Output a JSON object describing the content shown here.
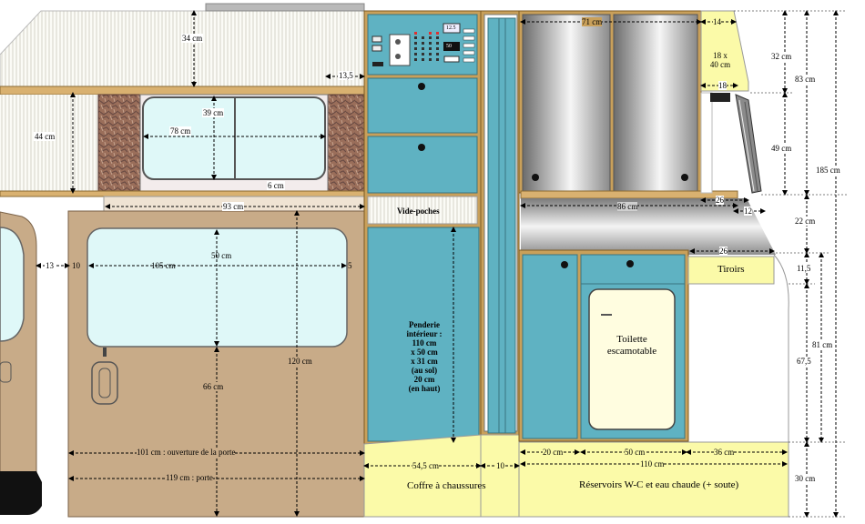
{
  "labels": {
    "roof_height": "34 cm",
    "upper_width": "13,5",
    "window_height": "44 cm",
    "window_inner": "39 cm",
    "window_width": "78 cm",
    "ledge": "6 cm",
    "shelf_width": "93 cm",
    "door_left_gap": "13",
    "door_frame": "10",
    "door_window_width": "105 cm",
    "door_right_gap": "5",
    "door_window_height": "50 cm",
    "door_lower": "66 cm",
    "door_total_height": "120 cm",
    "door_opening": "101 cm : ouverture de la porte",
    "door_width": "119 cm : porte",
    "vide_poches": "Vide-poches",
    "penderie": [
      "Penderie",
      "intérieur :",
      "110 cm",
      "x 50 cm",
      "x 31 cm",
      "(au sol)",
      "20 cm",
      "(en haut)"
    ],
    "coffre": "Coffre à chaussures",
    "coffre_width": "54,5 cm",
    "gap_10": "10",
    "mirror_width": "71 cm",
    "shelf_86": "86 cm",
    "dim_14": "14",
    "box_size": "18 x\n40 cm",
    "dim_18": "18",
    "dim_26a": "26",
    "dim_12": "12",
    "dim_26b": "26",
    "tiroirs": "Tiroirs",
    "toilette": "Toilette\nescamotable",
    "dim_20": "20 cm",
    "dim_50": "50 cm",
    "dim_36": "36 cm",
    "dim_110": "110 cm",
    "reservoirs": "Réservoirs W-C et eau chaude (+ soute)",
    "right_32": "32 cm",
    "right_49": "49 cm",
    "right_83": "83 cm",
    "right_185": "185 cm",
    "right_22": "22 cm",
    "right_11": "11,5",
    "right_67": "67,5",
    "right_81": "81 cm",
    "right_30": "30 cm",
    "panel_display": "12.5",
    "panel_display2": "50"
  },
  "colors": {
    "teal": "#5fb2c2",
    "tan": "#c8ab88",
    "cream": "#fbfaa8",
    "wood": "#c9a05a",
    "glass": "#dff8f8"
  }
}
